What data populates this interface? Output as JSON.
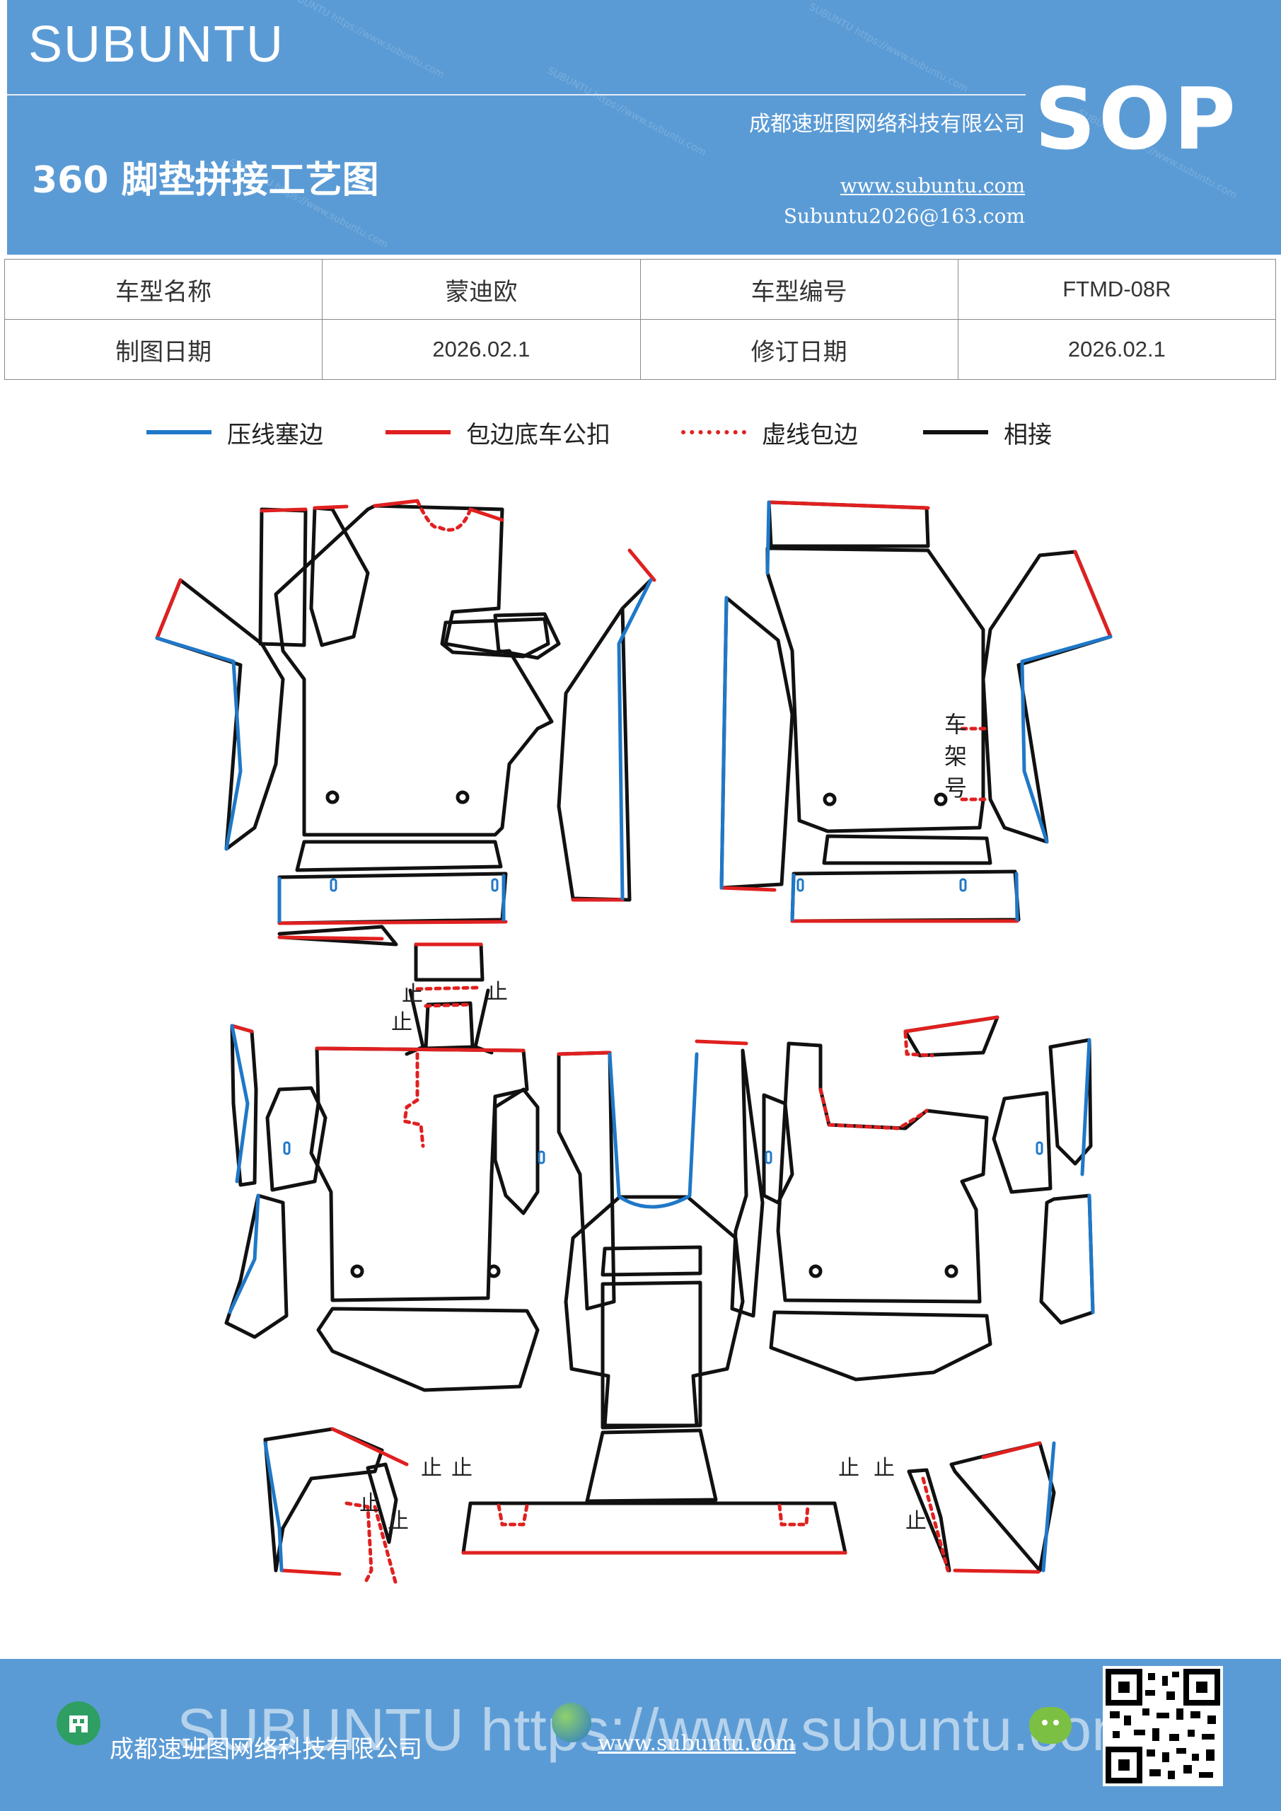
{
  "header": {
    "brand": "SUBUNTU",
    "badge": "SOP",
    "company": "成都速班图网络科技有限公司",
    "title": "360 脚垫拼接工艺图",
    "website": "www.subuntu.com",
    "email": "Subuntu2026@163.com"
  },
  "info": {
    "model_name_label": "车型名称",
    "model_name": "蒙迪欧",
    "model_code_label": "车型编号",
    "model_code": "FTMD-08R",
    "draw_date_label": "制图日期",
    "draw_date": "2026.02.1",
    "revise_date_label": "修订日期",
    "revise_date": "2026.02.1"
  },
  "legend": [
    {
      "label": "压线塞边",
      "color": "#1f78c8",
      "style": "solid"
    },
    {
      "label": "包边底车公扣",
      "color": "#e02020",
      "style": "solid"
    },
    {
      "label": "虚线包边",
      "color": "#e02020",
      "style": "dotted"
    },
    {
      "label": "相接",
      "color": "#111111",
      "style": "solid"
    }
  ],
  "diagram": {
    "frame_number_label": [
      "车",
      "架",
      "号"
    ],
    "stop_mark": "止"
  },
  "footer": {
    "watermark": "SUBUNTU https://www.subuntu.com",
    "company": "成都速班图网络科技有限公司",
    "website": "www.subuntu.com"
  },
  "colors": {
    "header_bg": "#5b9bd5",
    "blue_edge": "#1f78c8",
    "red_edge": "#e02020",
    "black_edge": "#111111"
  }
}
